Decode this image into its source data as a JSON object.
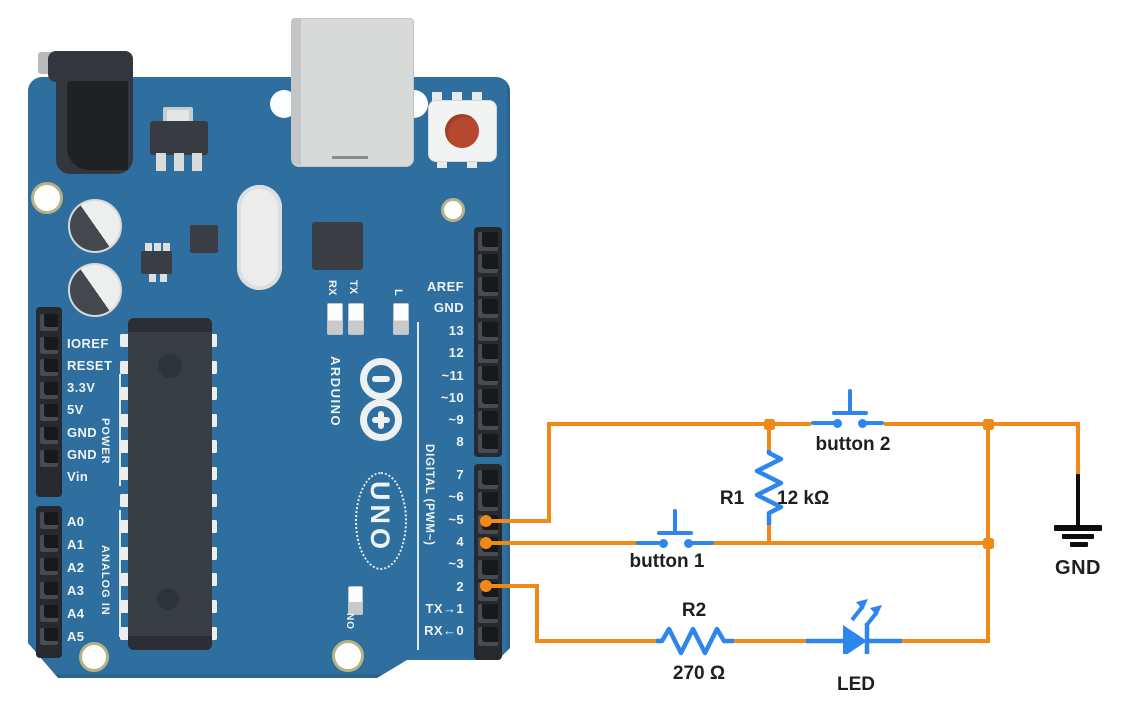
{
  "board": {
    "brand_vertical": "ARDUINO",
    "model": "UNO",
    "power_group_label": "POWER",
    "analog_group_label": "ANALOG IN",
    "digital_group_label": "DIGITAL (PWM~)",
    "on_label": "ON",
    "power_pins": [
      "IOREF",
      "RESET",
      "3.3V",
      "5V",
      "GND",
      "GND",
      "Vin"
    ],
    "analog_pins": [
      "A0",
      "A1",
      "A2",
      "A3",
      "A4",
      "A5"
    ],
    "digital_pins_top": [
      "AREF",
      "GND",
      "13",
      "12",
      "~11",
      "~10",
      "~9",
      "8"
    ],
    "digital_pins_bottom": [
      "7",
      "~6",
      "~5",
      "4",
      "~3",
      "2",
      "TX→1",
      "RX←0"
    ],
    "indicator_labels": [
      "RX",
      "TX",
      "L"
    ],
    "logo_minus": "−",
    "logo_plus": "+"
  },
  "circuit": {
    "button2": {
      "label": "button 2"
    },
    "button1": {
      "label": "button 1"
    },
    "r1": {
      "name": "R1",
      "value": "12 kΩ"
    },
    "r2": {
      "name": "R2",
      "value": "270 Ω"
    },
    "led": {
      "label": "LED"
    },
    "ground": {
      "label": "GND"
    },
    "arduino_pins_connected": [
      "~5",
      "4",
      "2"
    ]
  },
  "colors": {
    "board_blue": "#2e6f9f",
    "wire_orange": "#f08a16",
    "component_blue": "#2e85ec",
    "label_text": "#1f1f1f",
    "reset_button_red": "#b5482d"
  }
}
